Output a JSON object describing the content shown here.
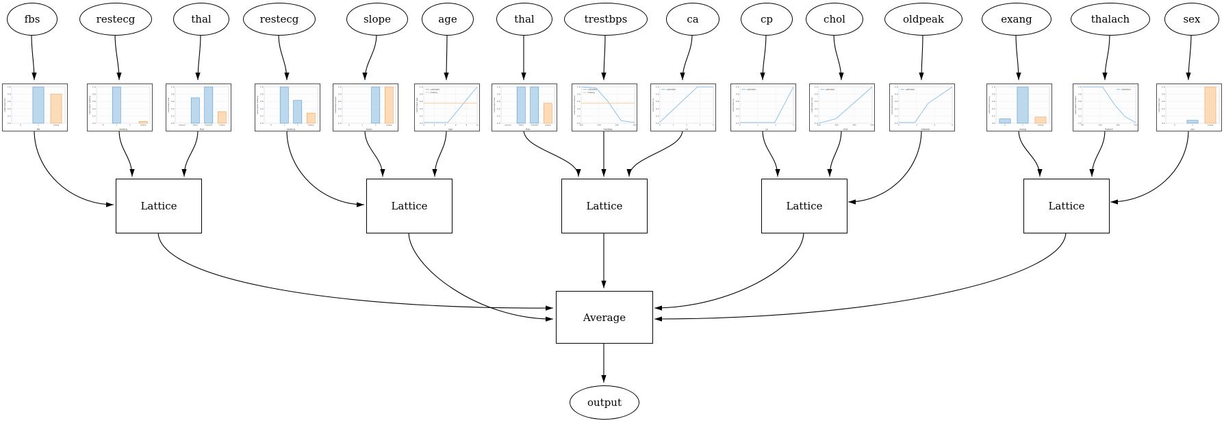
{
  "diagram": {
    "node_labels": {
      "lattice": "Lattice",
      "average": "Average",
      "output": "output"
    },
    "feature_names": [
      "fbs",
      "restecg",
      "thal",
      "restecg",
      "slope",
      "age",
      "thal",
      "trestbps",
      "ca",
      "cp",
      "chol",
      "oldpeak",
      "exang",
      "thalach",
      "sex"
    ],
    "lattice_inputs": [
      [
        "fbs",
        "restecg",
        "thal"
      ],
      [
        "restecg",
        "slope",
        "age"
      ],
      [
        "thal",
        "trestbps",
        "ca"
      ],
      [
        "cp",
        "chol",
        "oldpeak"
      ],
      [
        "exang",
        "thalach",
        "sex"
      ]
    ],
    "legend_labels": {
      "calibrated": "calibrated",
      "missing": "missing"
    },
    "y_ticks": [
      "0.0",
      "0.2",
      "0.4",
      "0.6",
      "0.8",
      "1.0"
    ],
    "colors": {
      "calibrated_fill": "#bcd8ec",
      "calibrated_stroke": "#5598c8",
      "missing_fill": "#fcdcb8",
      "missing_stroke": "#eda054",
      "line_calibrated": "#85bde4",
      "line_missing": "#fac28a",
      "edge": "#000000",
      "node_border": "#000000",
      "chart_frame": "#4d4d4d"
    }
  },
  "chart_data": [
    {
      "feature": "fbs",
      "type": "bar",
      "xlabel": "fbs",
      "ylabel": "calibrated fbs",
      "ylim": [
        0,
        1
      ],
      "categories": [
        "0",
        "1",
        "missing"
      ],
      "values": [
        0,
        1.0,
        0.8
      ],
      "bar_series": [
        "calibrated",
        "calibrated",
        "missing"
      ]
    },
    {
      "feature": "restecg",
      "type": "bar",
      "xlabel": "restecg",
      "ylabel": "calibrated restecg",
      "ylim": [
        0,
        1
      ],
      "categories": [
        "0",
        "1",
        "2",
        "missing"
      ],
      "values": [
        0,
        1.0,
        0,
        0.05
      ],
      "bar_series": [
        "calibrated",
        "calibrated",
        "calibrated",
        "missing"
      ]
    },
    {
      "feature": "thal",
      "type": "bar",
      "xlabel": "thal",
      "ylabel": "calibrated thal",
      "ylim": [
        0,
        1
      ],
      "categories": [
        "normal",
        "fixed",
        "reversible",
        "missing"
      ],
      "values": [
        0,
        0.7,
        1.0,
        0.32
      ],
      "bar_series": [
        "calibrated",
        "calibrated",
        "calibrated",
        "missing"
      ]
    },
    {
      "feature": "restecg",
      "type": "bar",
      "xlabel": "restecg",
      "ylabel": "calibrated restecg",
      "ylim": [
        0,
        1
      ],
      "categories": [
        "0",
        "1",
        "2",
        "missing"
      ],
      "values": [
        0,
        1.0,
        0.63,
        0.28
      ],
      "bar_series": [
        "calibrated",
        "calibrated",
        "calibrated",
        "missing"
      ]
    },
    {
      "feature": "slope",
      "type": "bar",
      "xlabel": "slope",
      "ylabel": "calibrated slope",
      "ylim": [
        0,
        1
      ],
      "categories": [
        "0",
        "1",
        "2",
        "missing"
      ],
      "values": [
        0,
        0,
        1.0,
        1.0
      ],
      "bar_series": [
        "calibrated",
        "calibrated",
        "calibrated",
        "missing"
      ]
    },
    {
      "feature": "age",
      "type": "line",
      "xlabel": "age",
      "ylabel": "calibrated age",
      "ylim": [
        0,
        1
      ],
      "x_ticks": [
        "0",
        "2",
        "4",
        "6",
        "8",
        "10"
      ],
      "legend_pos": "left",
      "series": [
        {
          "name": "calibrated",
          "points": [
            [
              0,
              0.02
            ],
            [
              0.45,
              0.02
            ],
            [
              1,
              1.0
            ]
          ]
        },
        {
          "name": "missing",
          "points": [
            [
              0,
              0.55
            ],
            [
              1,
              0.55
            ]
          ]
        }
      ]
    },
    {
      "feature": "thal",
      "type": "bar",
      "xlabel": "thal",
      "ylabel": "calibrated thal",
      "ylim": [
        0,
        1
      ],
      "categories": [
        "normal",
        "fixed",
        "reversible",
        "missing"
      ],
      "values": [
        0,
        1.0,
        1.0,
        0.55
      ],
      "bar_series": [
        "calibrated",
        "calibrated",
        "calibrated",
        "missing"
      ]
    },
    {
      "feature": "trestbps",
      "type": "line",
      "xlabel": "trestbps",
      "ylabel": "calibrated trestbps",
      "ylim": [
        0,
        1
      ],
      "x_ticks": [
        "100",
        "120",
        "140",
        "160"
      ],
      "legend_pos": "left",
      "series": [
        {
          "name": "calibrated",
          "points": [
            [
              0,
              1.0
            ],
            [
              0.28,
              0.97
            ],
            [
              0.5,
              0.6
            ],
            [
              0.75,
              0.07
            ],
            [
              1,
              0.02
            ]
          ]
        },
        {
          "name": "missing",
          "points": [
            [
              0,
              0.55
            ],
            [
              1,
              0.55
            ]
          ]
        }
      ]
    },
    {
      "feature": "ca",
      "type": "line",
      "xlabel": "ca",
      "ylabel": "calibrated ca",
      "ylim": [
        0,
        1
      ],
      "x_ticks": [
        "0",
        "1",
        "2",
        "3",
        "4"
      ],
      "legend_pos": "left",
      "series": [
        {
          "name": "calibrated",
          "points": [
            [
              0,
              0.03
            ],
            [
              0.7,
              1.0
            ],
            [
              1,
              1.0
            ]
          ]
        }
      ]
    },
    {
      "feature": "cp",
      "type": "line",
      "xlabel": "cp",
      "ylabel": "calibrated cp",
      "ylim": [
        0,
        1
      ],
      "x_ticks": [
        "0",
        "1",
        "2",
        "3"
      ],
      "legend_pos": "left",
      "series": [
        {
          "name": "calibrated",
          "points": [
            [
              0,
              0.02
            ],
            [
              0.65,
              0.02
            ],
            [
              1,
              1.0
            ]
          ]
        }
      ]
    },
    {
      "feature": "chol",
      "type": "line",
      "xlabel": "chol",
      "ylabel": "calibrated chol",
      "ylim": [
        0,
        1
      ],
      "x_ticks": [
        "200",
        "300",
        "400",
        "500"
      ],
      "legend_pos": "left",
      "series": [
        {
          "name": "calibrated",
          "points": [
            [
              0,
              0.0
            ],
            [
              0.32,
              0.12
            ],
            [
              1,
              1.0
            ]
          ]
        }
      ]
    },
    {
      "feature": "oldpeak",
      "type": "line",
      "xlabel": "oldpeak",
      "ylabel": "calibrated oldpeak",
      "ylim": [
        0,
        1
      ],
      "x_ticks": [
        "0",
        "2",
        "4",
        "6"
      ],
      "legend_pos": "left",
      "series": [
        {
          "name": "calibrated",
          "points": [
            [
              0,
              0.02
            ],
            [
              0.3,
              0.02
            ],
            [
              0.55,
              0.55
            ],
            [
              1,
              1.0
            ]
          ]
        }
      ]
    },
    {
      "feature": "exang",
      "type": "bar",
      "xlabel": "exang",
      "ylabel": "calibrated exang",
      "ylim": [
        0,
        1
      ],
      "categories": [
        "0",
        "1",
        "missing"
      ],
      "values": [
        0.12,
        1.0,
        0.17
      ],
      "bar_series": [
        "calibrated",
        "calibrated",
        "missing"
      ]
    },
    {
      "feature": "thalach",
      "type": "line",
      "xlabel": "thalach",
      "ylabel": "calibrated thalach",
      "ylim": [
        0,
        1
      ],
      "x_ticks": [
        "80",
        "120",
        "160",
        "200"
      ],
      "legend_pos": "right",
      "series": [
        {
          "name": "calibrated",
          "points": [
            [
              0,
              1.0
            ],
            [
              0.38,
              1.0
            ],
            [
              0.6,
              0.52
            ],
            [
              0.8,
              0.18
            ],
            [
              1,
              0.02
            ]
          ]
        }
      ]
    },
    {
      "feature": "sex",
      "type": "bar",
      "xlabel": "sex",
      "ylabel": "calibrated sex",
      "ylim": [
        0,
        1
      ],
      "categories": [
        "0",
        "1",
        "missing"
      ],
      "values": [
        0,
        0.08,
        1.0
      ],
      "bar_series": [
        "calibrated",
        "calibrated",
        "missing"
      ]
    }
  ]
}
